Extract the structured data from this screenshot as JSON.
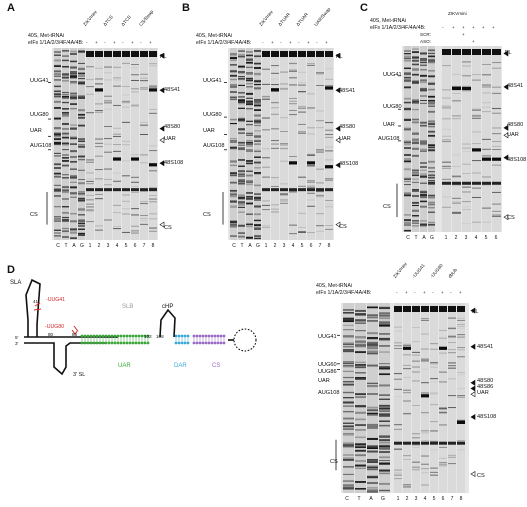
{
  "figure": {
    "panels": [
      {
        "id": "A",
        "header_lines": [
          "40S, Met-tRNAi",
          "eIFs 1/1A/2/3/4F/4A/4B:"
        ],
        "constructs": [
          "ZIKVmini",
          "ΔTCS",
          "ΔTCS",
          "CS/Swap"
        ],
        "plus_minus": [
          "-",
          "+",
          "-",
          "+",
          "-",
          "+",
          "-",
          "+"
        ],
        "sequencing_lanes": [
          "C",
          "T",
          "A",
          "G"
        ],
        "lane_numbers": [
          "1",
          "2",
          "3",
          "4",
          "5",
          "6",
          "7",
          "8"
        ],
        "left_markers": [
          "UUG41",
          "UUG80",
          "UAR",
          "AUG108",
          "CS"
        ],
        "right_markers": [
          "FL",
          "48S41",
          "48S80",
          "UAR",
          "48S108",
          "CS"
        ]
      },
      {
        "id": "B",
        "header_lines": [
          "40S, Met-tRNAi",
          "eIFs 1/1A/2/3/4F/4A/4B:"
        ],
        "constructs": [
          "ZIKVmini",
          "ΔTUAR",
          "ΔTUAR",
          "UAR/Swap"
        ],
        "plus_minus": [
          "-",
          "+",
          "-",
          "+",
          "-",
          "+",
          "-",
          "+"
        ],
        "sequencing_lanes": [
          "C",
          "T",
          "A",
          "G"
        ],
        "lane_numbers": [
          "1",
          "2",
          "3",
          "4",
          "5",
          "6",
          "7",
          "8"
        ],
        "left_markers": [
          "UUG41",
          "UUG80",
          "UAR",
          "AUG108",
          "CS"
        ],
        "right_markers": [
          "FL",
          "48S41",
          "48S80",
          "UAR",
          "48S108",
          "CS"
        ]
      },
      {
        "id": "C",
        "header_lines": [
          "40S, Met-tRNAi",
          "eIFs 1/1A/2/3/4F/4A/4B:"
        ],
        "constructs": [
          "ZIKVmini"
        ],
        "row_labels": [
          "SCR:",
          "ASO:"
        ],
        "plus_minus": [
          "-",
          "+",
          "+",
          "+",
          "+",
          "+"
        ],
        "scr": [
          "",
          "",
          "+",
          "",
          "",
          ""
        ],
        "aso": [
          "",
          "",
          "",
          "+",
          "",
          ""
        ],
        "sequencing_lanes": [
          "C",
          "T",
          "A",
          "G"
        ],
        "lane_numbers": [
          "1",
          "2",
          "3",
          "4",
          "5",
          "6"
        ],
        "left_markers": [
          "UUG41",
          "UUG80",
          "UAR",
          "AUG108",
          "CS"
        ],
        "right_markers": [
          "FL",
          "48S41",
          "48S80",
          "UAR",
          "48S108",
          "CS"
        ]
      },
      {
        "id": "D",
        "diagram_labels": {
          "sla": "SLA",
          "slb": "SLB",
          "chp": "cHP",
          "uar": "UAR",
          "dar": "DAR",
          "cs": "CS",
          "sl3": "3' SL",
          "five": "5'",
          "three": "3'",
          "uug41": "-UUG41",
          "uug80": "-UUG80",
          "n41": "41",
          "n80": "80",
          "n86": "86",
          "n102": "102",
          "n108": "108"
        },
        "header_lines": [
          "40S, Met-tRNAi",
          "eIFs 1/1A/2/3/4F/4A/4B:"
        ],
        "constructs": [
          "ZIKVmini",
          "-UUG41",
          "-UUG80",
          "dbUb"
        ],
        "plus_minus": [
          "-",
          "+",
          "-",
          "+",
          "-",
          "+",
          "-",
          "+"
        ],
        "sequencing_lanes": [
          "C",
          "T",
          "A",
          "G"
        ],
        "lane_numbers": [
          "1",
          "2",
          "3",
          "4",
          "5",
          "6",
          "7",
          "8"
        ],
        "left_markers": [
          "UUG41",
          "UUG60",
          "UUG86",
          "UAR",
          "AUG108",
          "CS"
        ],
        "right_markers": [
          "FL",
          "48S41",
          "48S80",
          "48S86",
          "UAR",
          "48S108",
          "CS"
        ]
      }
    ],
    "colors": {
      "uar": "#3aa63a",
      "dar": "#3aa9d8",
      "cs": "#9a6bc4",
      "mutation": "#d62728",
      "slb": "#9a9a9a"
    }
  }
}
